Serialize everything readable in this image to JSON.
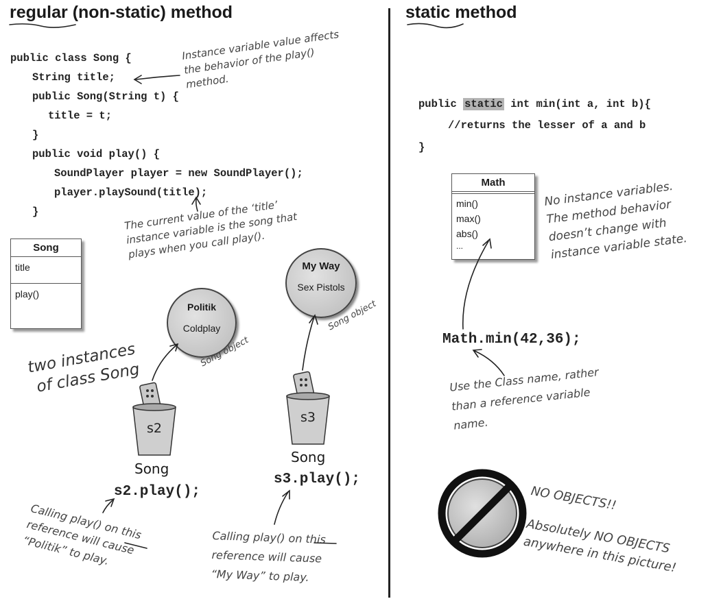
{
  "left": {
    "heading_word": "regular",
    "heading_rest": " (non-static) method",
    "code": [
      "public class Song {",
      "String title;",
      "public Song(String t) {",
      "title = t;",
      "}",
      "public void play() {",
      "SoundPlayer player = new SoundPlayer();",
      "player.playSound(title);",
      "}"
    ],
    "note_instance_var": [
      "Instance variable value affects",
      "the behavior of the play()",
      "method."
    ],
    "note_current_value": [
      "The current value of the ‘title’",
      "instance variable is the song that",
      "plays when you call play()."
    ],
    "uml": {
      "class_name": "Song",
      "field": "title",
      "method": "play()"
    },
    "objects": [
      {
        "title": "Politik",
        "artist": "Coldplay",
        "label": "Song object"
      },
      {
        "title": "My Way",
        "artist": "Sex Pistols",
        "label": "Song object"
      }
    ],
    "two_instances": [
      "two instances",
      "of class Song"
    ],
    "refs": [
      {
        "name": "s2",
        "type": "Song",
        "call": "s2.play();"
      },
      {
        "name": "s3",
        "type": "Song",
        "call": "s3.play();"
      }
    ],
    "note_s2": [
      "Calling play() on this",
      "reference will cause",
      "“Politik” to play."
    ],
    "note_s3": [
      "Calling play() on this",
      "reference will cause",
      "“My Way” to play."
    ]
  },
  "right": {
    "heading_word": "static",
    "heading_rest": " method",
    "code_prefix": "public ",
    "code_static": "static",
    "code_suffix": " int min(int a, int b){",
    "code_comment": "//returns the lesser of a and b",
    "code_close": "}",
    "uml": {
      "class_name": "Math",
      "methods": [
        "min()",
        "max()",
        "abs()",
        "..."
      ]
    },
    "note_no_instance": [
      "No instance variables.",
      "The method behavior",
      "doesn’t change with",
      "instance variable state."
    ],
    "call": "Math.min(42,36);",
    "note_class_name": [
      "Use the Class name, rather",
      "than a reference variable",
      "name."
    ],
    "no_objects": "NO OBJECTS!!",
    "note_absolutely": [
      "Absolutely NO OBJECTS",
      "anywhere in this picture!"
    ]
  }
}
